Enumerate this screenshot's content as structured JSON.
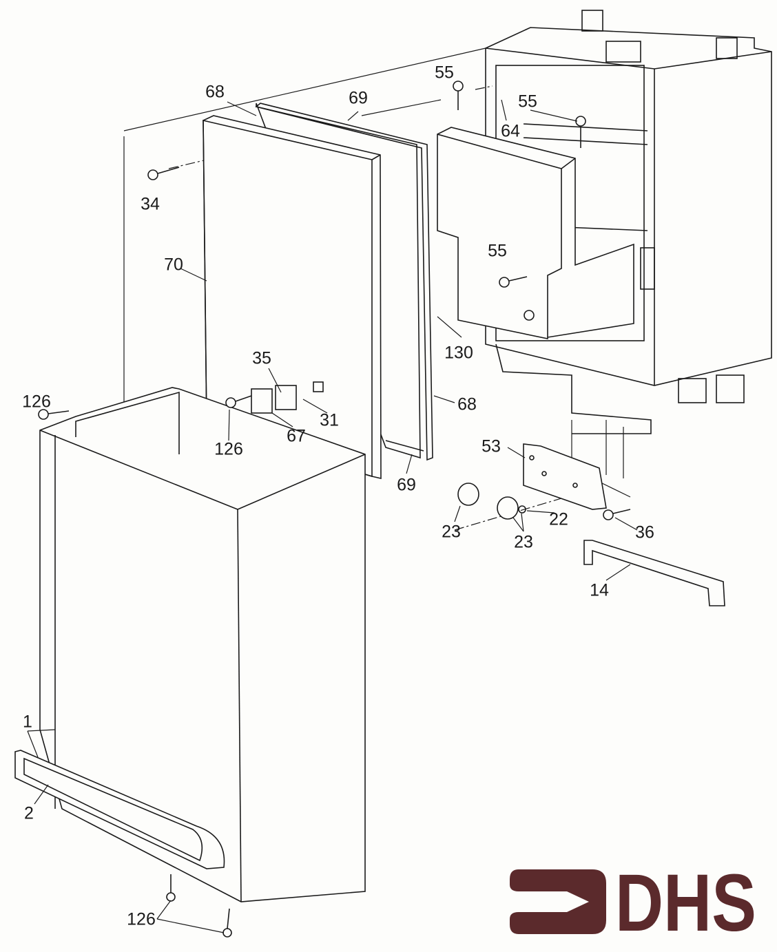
{
  "diagram": {
    "labels": [
      "55",
      "68",
      "69",
      "55",
      "64",
      "34",
      "70",
      "55",
      "130",
      "35",
      "126",
      "31",
      "68",
      "67",
      "126",
      "53",
      "69",
      "22",
      "23",
      "36",
      "23",
      "14",
      "1",
      "2",
      "126"
    ]
  },
  "logo": {
    "text": "DHS",
    "color": "#5b2a2c"
  },
  "line_color": "#1a1a1a"
}
